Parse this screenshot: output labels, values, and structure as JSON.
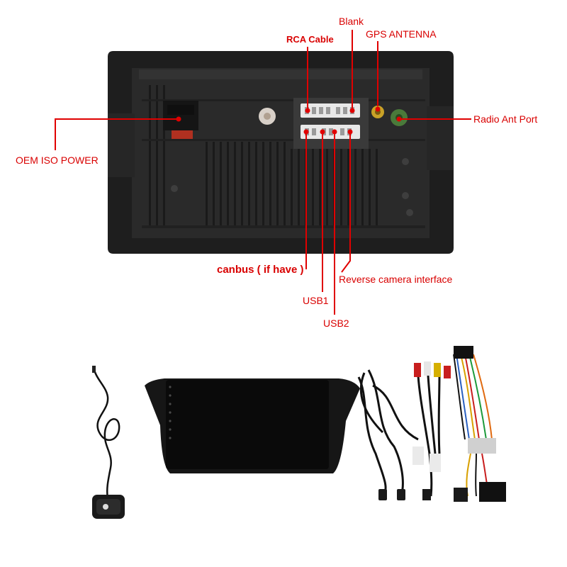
{
  "labels": {
    "rca_cable": "RCA Cable",
    "blank": "Blank",
    "gps_antenna": "GPS ANTENNA",
    "radio_ant_port": "Radio Ant Port",
    "oem_iso_power": "OEM ISO POWER",
    "canbus": "canbus ( if have )",
    "usb1": "USB1",
    "usb2": "USB2",
    "reverse_camera": "Reverse camera interface"
  },
  "colors": {
    "callout": "#d90000",
    "unit_body": "#2a2a2a",
    "frame": "#1e1e1e",
    "connector_white": "#e8e8e8",
    "gps_gold": "#c9a227",
    "radio_green": "#4a7a3a"
  },
  "icons": {
    "unit": "radio-back-panel-icon",
    "gps_antenna_accessory": "gps-antenna-icon",
    "head_unit": "head-unit-screen-icon",
    "usb_cables": "usb-cable-icon",
    "rca_harness": "rca-harness-icon",
    "power_harness": "power-harness-icon"
  }
}
